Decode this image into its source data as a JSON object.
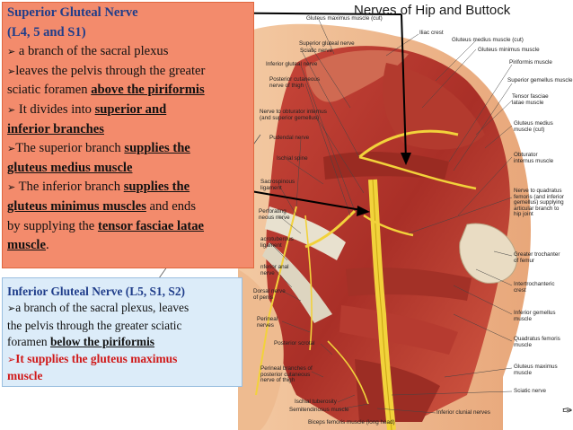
{
  "figure": {
    "title": "Nerves of Hip and Buttock",
    "labels": {
      "gluteus_maximus_cut": "Gluteus maximus muscle (cut)",
      "iliac_crest": "Iliac crest",
      "superior_gluteal_nerve": "Superior gluteal nerve",
      "sciatic_nerve": "Sciatic nerve",
      "gluteus_medius_cut": "Gluteus medius muscle (cut)",
      "gluteus_minimus": "Gluteus minimus muscle",
      "piriformis": "Piriformis muscle",
      "inferior_gluteal_nerve": "Inferior gluteal nerve",
      "posterior_cutaneous_a": "Posterior cutaneous",
      "posterior_cutaneous_b": "nerve of thigh",
      "superior_gemellus": "Superior gemellus muscle",
      "tensor_a": "Tensor fasciae",
      "tensor_b": "latae muscle",
      "nerve_obturator_a": "Nerve to obturator internus",
      "nerve_obturator_b": "(and superior gemellus)",
      "gluteus_medius_a": "Gluteus medius",
      "gluteus_medius_b": "muscle (cut)",
      "pudendal": "Pudendal nerve",
      "obturator_internus_a": "Obturator",
      "obturator_internus_b": "internus muscle",
      "ischial_spine": "Ischial spine",
      "sacrospinous_a": "Sacrospinous",
      "sacrospinous_b": "ligament",
      "perforating_a": "Perforating",
      "perforating_b": "neous nerve",
      "nerve_quadratus_a": "Nerve to quadratus",
      "nerve_quadratus_b": "femoris (and inferior",
      "nerve_quadratus_c": "gemellus) supplying",
      "nerve_quadratus_d": "articular branch to",
      "nerve_quadratus_e": "hip joint",
      "sacrotuberous_a": "acrotuberous",
      "sacrotuberous_b": "ligament",
      "greater_trochanter_a": "Greater trochanter",
      "greater_trochanter_b": "of femur",
      "inferior_anal_a": "nferior anal",
      "inferior_anal_b": "nerve",
      "dorsal_nerve_a": "Dorsal nerve",
      "dorsal_nerve_b": "of penis",
      "intertrochanteric_a": "Intertrochanteric",
      "intertrochanteric_b": "crest",
      "perineal_a": "Perineal",
      "perineal_b": "nerves",
      "inferior_gemellus_a": "Inferior gemellus",
      "inferior_gemellus_b": "muscle",
      "posterior_scrotal": "Posterior scrotal",
      "quadratus_a": "Quadratus femoris",
      "quadratus_b": "muscle",
      "perineal_branches_a": "Perineal branches of",
      "perineal_branches_b": "posterior cutaneous",
      "perineal_branches_c": "nerve of thigh",
      "gluteus_maximus_a": "Gluteus maximus",
      "gluteus_maximus_b": "muscle",
      "ischial_tuberosity": "Ischial tuberosity",
      "semitendinosus": "Semitendinosus muscle",
      "sciatic_nerve_low": "Sciatic nerve",
      "inferior_clunial": "Inferior clunial nerves",
      "biceps_femoris": "Biceps femoris muscle (long head)"
    }
  },
  "box1": {
    "title": "Superior Gluteal Nerve",
    "roots": "(L4, 5 and S1)",
    "bullet1": " a branch of the sacral plexus",
    "bullet2": "leaves the pelvis through the greater",
    "line3_pre": "sciatic foramen ",
    "line3_u": "above the piriformis",
    "bullet4_pre": " It divides into ",
    "bullet4_u": "superior and",
    "line5_u": "inferior branches",
    "bullet6_pre": "The superior branch ",
    "bullet6_u": "supplies  the",
    "line7_u": "gluteus medius muscle",
    "bullet8_pre": " The inferior branch ",
    "bullet8_u": "supplies the",
    "line9_u": "gluteus minimus muscles",
    "line9_post": " and ends",
    "line10_pre": "by supplying the ",
    "line10_u": "tensor fasciae latae",
    "line11_u": "muscle",
    "line11_post": "."
  },
  "box2": {
    "title": "Inferior Gluteal Nerve (L5, S1, S2)",
    "bullet1": "a branch of the sacral plexus, leaves",
    "line2": "the pelvis through the greater sciatic",
    "line3_pre": "foramen ",
    "line3_u": "below the piriformis",
    "bullet4": "It supplies the gluteus maximus",
    "line5": "muscle"
  },
  "bullet_glyph": "➢"
}
